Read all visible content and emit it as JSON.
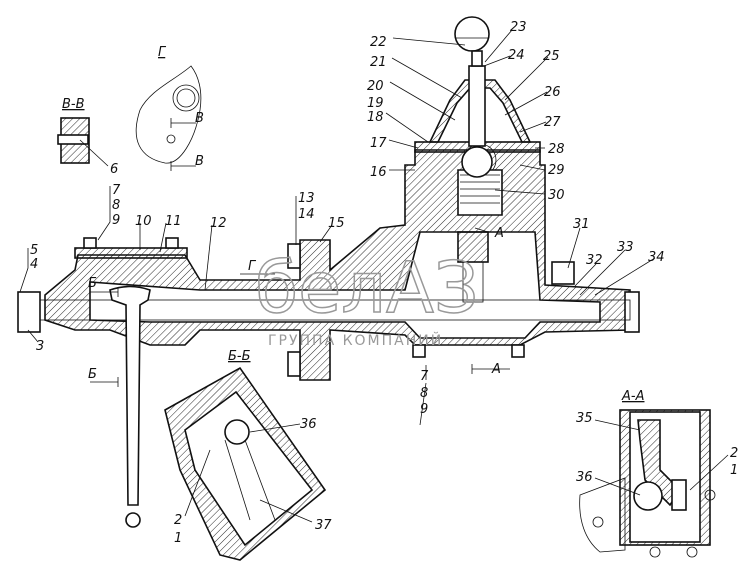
{
  "title": "Gear shift mechanism assembly drawing",
  "section_labels": {
    "vv": "В-В",
    "g": "Г",
    "bb": "Б-Б",
    "aa": "А-А"
  },
  "arrow_labels": {
    "v1": "В",
    "v2": "В",
    "b1": "Б",
    "b2": "Б",
    "a1": "А",
    "a2": "А",
    "g": "Г"
  },
  "callouts": {
    "c1": "1",
    "c2": "2",
    "c3": "3",
    "c4": "4",
    "c5": "5",
    "c6": "6",
    "c7": "7",
    "c8": "8",
    "c9": "9",
    "c10": "10",
    "c11": "11",
    "c12": "12",
    "c13": "13",
    "c14": "14",
    "c15": "15",
    "c16": "16",
    "c17": "17",
    "c18": "18",
    "c19": "19",
    "c20": "20",
    "c21": "21",
    "c22": "22",
    "c23": "23",
    "c24": "24",
    "c25": "25",
    "c26": "26",
    "c27": "27",
    "c28": "28",
    "c29": "29",
    "c30": "30",
    "c31": "31",
    "c32": "32",
    "c33": "33",
    "c34": "34",
    "c35": "35",
    "c36": "36",
    "c37": "37",
    "c7b": "7",
    "c8b": "8",
    "c9b": "9",
    "c1b": "1",
    "c2b": "2",
    "c36b": "36"
  },
  "watermark": {
    "brand": "белАЗ",
    "tagline": "ГРУППА КОМПАНИЙ"
  }
}
